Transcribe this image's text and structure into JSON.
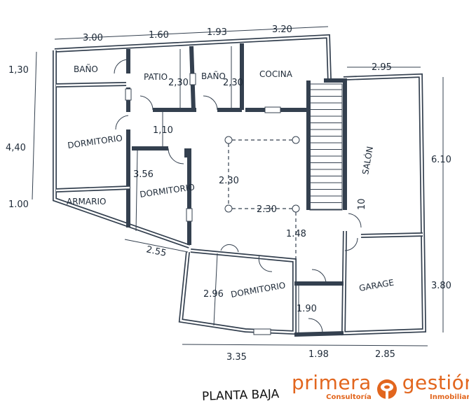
{
  "title": "PLANTA BAJA",
  "logo": {
    "left": "primera",
    "right": "gestión",
    "sub_left": "Consultoría",
    "sub_right": "Inmobiliaria",
    "color": "#e2661e"
  },
  "wall_color": "#34404f",
  "rooms": {
    "bano1": "BAÑO",
    "patio": "PATIO",
    "bano2": "BAÑO",
    "cocina": "COCINA",
    "dormitorio1": "DORMITORIO",
    "dormitorio2": "DORMITORIO",
    "armario": "ARMARIO",
    "salon": "SALÓN",
    "dormitorio3": "DORMITORIO",
    "garage": "GARAGE"
  },
  "dimensions": {
    "top1": "3.00",
    "top2": "1.60",
    "top3": "1.93",
    "top4": "3.20",
    "salon_top": "2.95",
    "left1": "1,30",
    "left2": "4,40",
    "left3": "1.00",
    "patio_h": "2,30",
    "bano_h": "2,30",
    "hall": "1,10",
    "dorm2_h": "3.56",
    "center_v": "2.30",
    "center_h": "2.30",
    "stairs": "10",
    "passage": "1.48",
    "diag": "2.55",
    "dorm3_h": "2.96",
    "small_h": "1.90",
    "right1": "6.10",
    "right2": "3.80",
    "bottom1": "3.35",
    "bottom2": "1.98",
    "bottom3": "2.85"
  }
}
